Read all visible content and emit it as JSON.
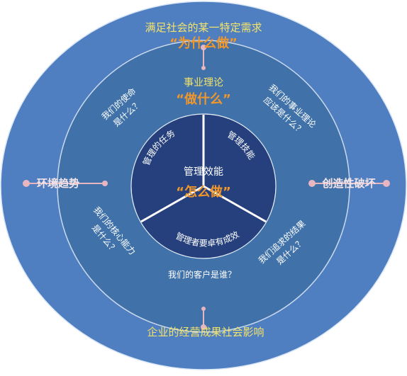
{
  "outer_ring": {
    "top_text": "满足社会的某一特定需求",
    "top_highlight": "“为什么做”",
    "bottom_text": "企业的经营成果社会影响"
  },
  "side_labels": {
    "left": "环境趋势",
    "right": "创造性破坏"
  },
  "middle_ring": {
    "title": "事业理论",
    "highlight": "“做什么”",
    "q_mission": [
      "我们的使命",
      "是什么？"
    ],
    "q_business": [
      "我们的事业理论",
      "应该是什么？"
    ],
    "q_core": [
      "我们的核心能力",
      "是什么？"
    ],
    "q_customer": "我们的客户是谁？",
    "q_results": [
      "我们追求的结果",
      "是什么？"
    ]
  },
  "inner_circle": {
    "title": "管理效能",
    "highlight": "“怎么做”",
    "seg_tasks": "管理的任务",
    "seg_skills": "管理技能",
    "seg_effective": "管理者要卓有成效"
  },
  "colors": {
    "outer": "#4f7fc1",
    "middle": "#4072a9",
    "inner": "#25407c",
    "accent_orange": "#f0962a",
    "accent_yellow": "#f4e36a",
    "dot": "#e7b6c0"
  }
}
